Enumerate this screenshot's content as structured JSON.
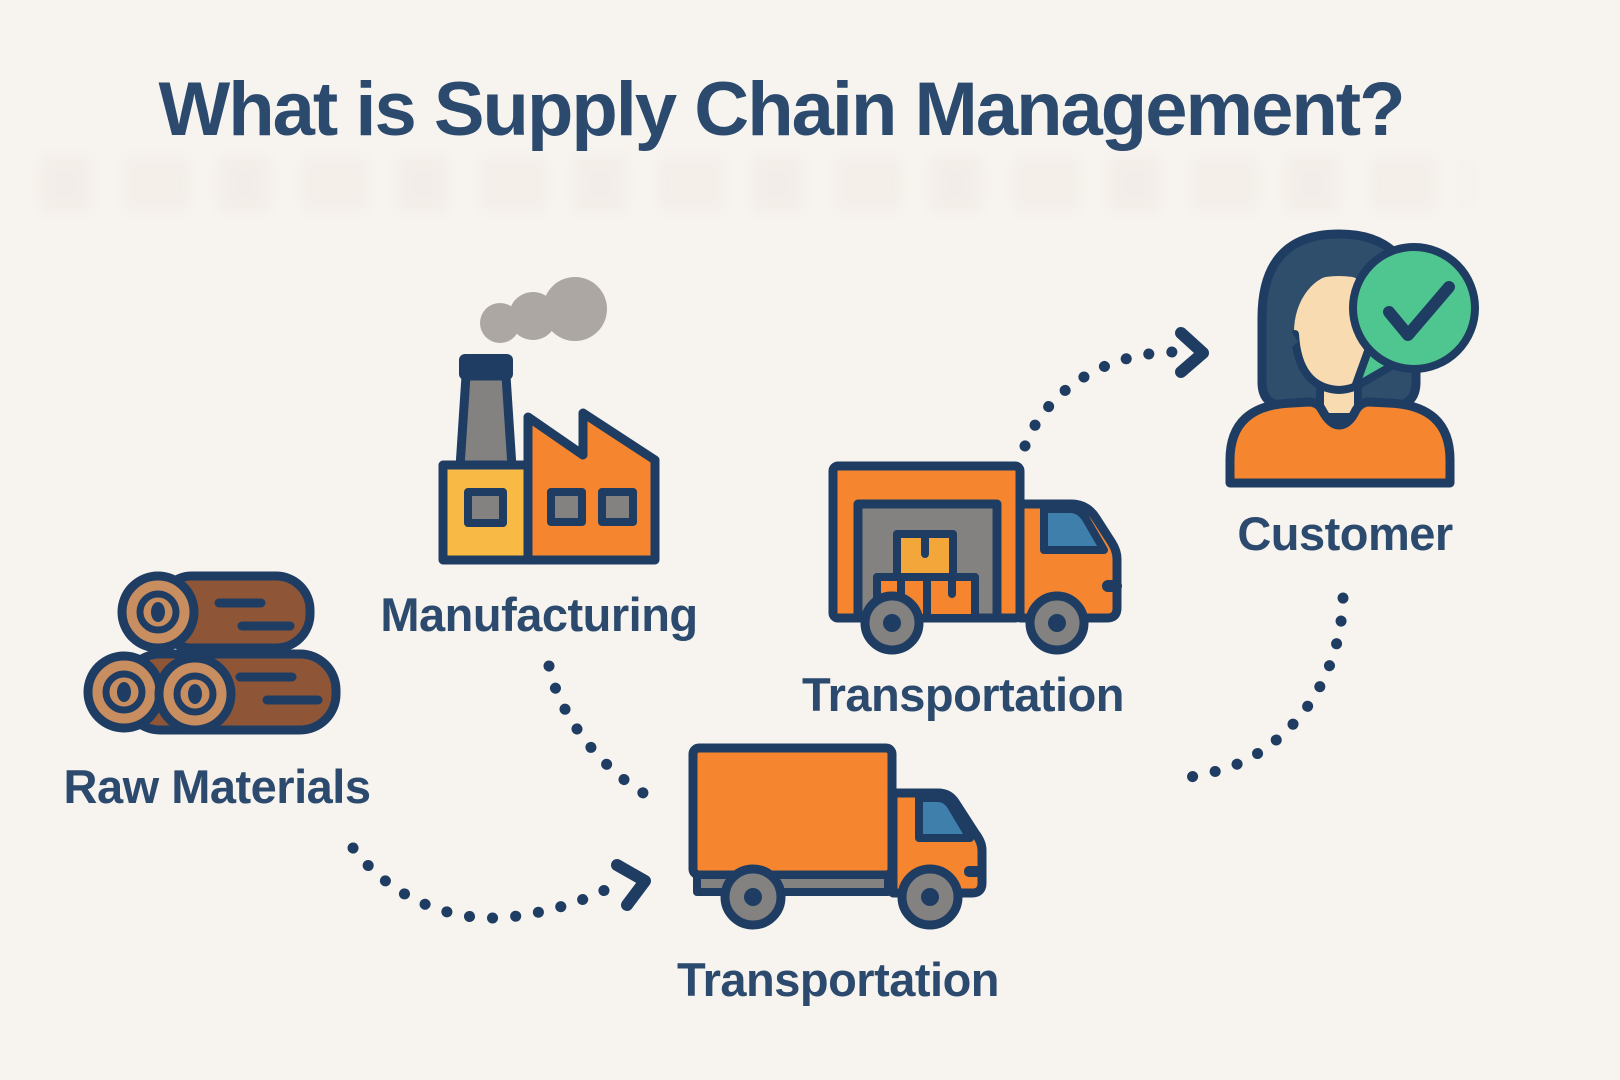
{
  "title": "What is Supply Chain Management?",
  "diagram": {
    "nodes": [
      {
        "id": "raw-materials",
        "label": "Raw Materials",
        "icon": "logs-icon"
      },
      {
        "id": "manufacturing",
        "label": "Manufacturing",
        "icon": "factory-icon"
      },
      {
        "id": "transportation-top",
        "label": "Transportation",
        "icon": "loading-truck-icon"
      },
      {
        "id": "transportation-bottom",
        "label": "Transportation",
        "icon": "box-truck-icon"
      },
      {
        "id": "customer",
        "label": "Customer",
        "icon": "person-checkmark-icon"
      }
    ],
    "arrows": [
      {
        "from": "raw-materials",
        "to": "transportation-bottom",
        "style": "dotted",
        "arrowhead": true
      },
      {
        "from": "manufacturing",
        "to": "transportation-bottom",
        "style": "dotted",
        "arrowhead": false
      },
      {
        "from": "transportation-top",
        "to": "customer",
        "style": "dotted",
        "arrowhead": true
      },
      {
        "from": "customer",
        "to": "transportation-top",
        "style": "dotted",
        "arrowhead": false
      }
    ]
  },
  "colors": {
    "background": "#f7f3ee",
    "navy": "#1f3d63",
    "text_navy": "#2b4a6e",
    "orange": "#f5862f",
    "yellow": "#f8ba44",
    "box_yellow": "#f3a73b",
    "log_brown": "#8e5636",
    "log_tan": "#c98e60",
    "gray": "#848280",
    "smoke": "#aca7a3",
    "window_blue": "#3f7fac",
    "green": "#4fc690",
    "skin": "#f9dbb2",
    "hair": "#2e4e6b"
  }
}
